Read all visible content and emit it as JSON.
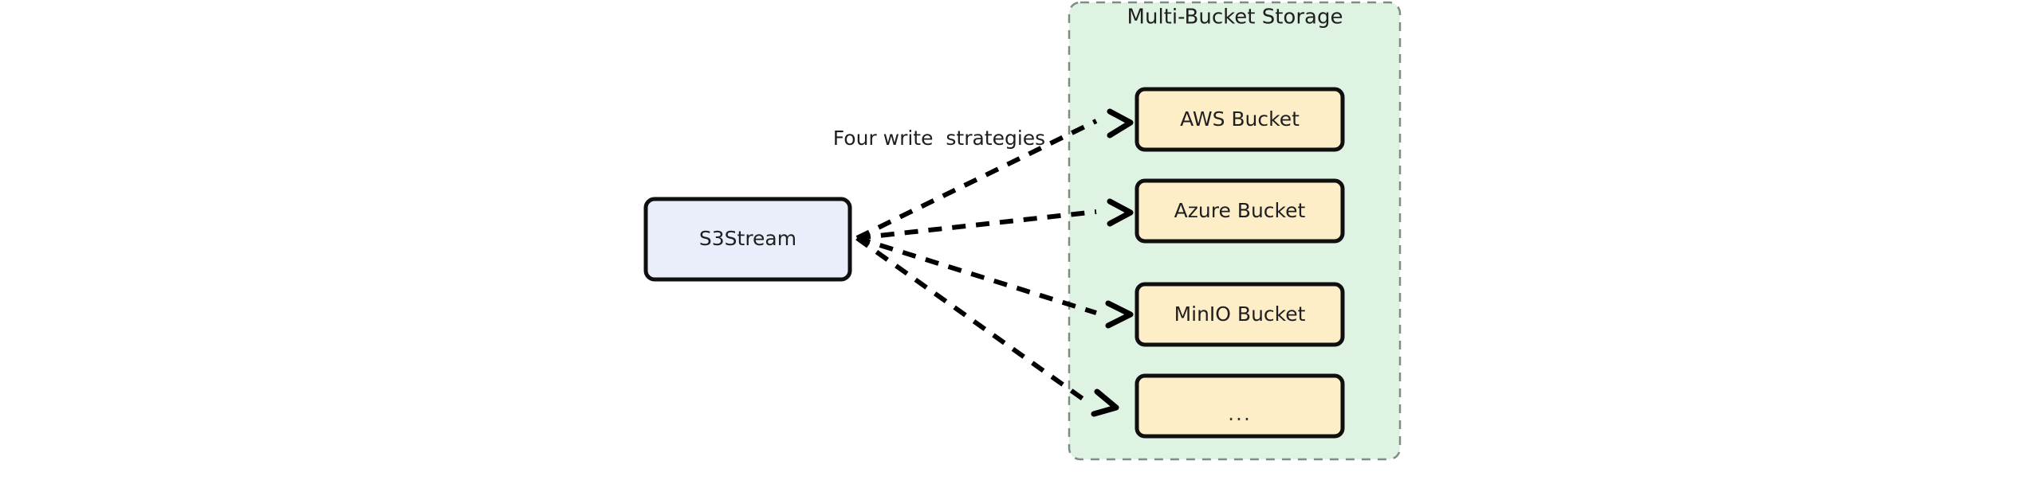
{
  "diagram": {
    "background_color": "#ffffff",
    "source_node": {
      "label": "S3Stream",
      "fill": "#eaeefb",
      "stroke": "#0f0f0f"
    },
    "edge_label": {
      "text": "Four write  strategies"
    },
    "group": {
      "title": "Multi-Bucket Storage",
      "fill": "#dff3e3",
      "stroke": "#7f8c84",
      "border_style": "dashed"
    },
    "buckets": [
      {
        "label": "AWS Bucket",
        "fill": "#fdeec8",
        "stroke": "#0f0f0f"
      },
      {
        "label": "Azure Bucket",
        "fill": "#fdeec8",
        "stroke": "#0f0f0f"
      },
      {
        "label": "MinIO Bucket",
        "fill": "#fdeec8",
        "stroke": "#0f0f0f"
      },
      {
        "label": "...",
        "fill": "#fdeec8",
        "stroke": "#0f0f0f"
      }
    ],
    "edges": [
      {
        "from": "S3Stream",
        "to": "AWS Bucket",
        "style": "dashed",
        "arrow": "open"
      },
      {
        "from": "S3Stream",
        "to": "Azure Bucket",
        "style": "dashed",
        "arrow": "open"
      },
      {
        "from": "S3Stream",
        "to": "MinIO Bucket",
        "style": "dashed",
        "arrow": "open"
      },
      {
        "from": "S3Stream",
        "to": "...",
        "style": "dashed",
        "arrow": "open"
      }
    ]
  }
}
